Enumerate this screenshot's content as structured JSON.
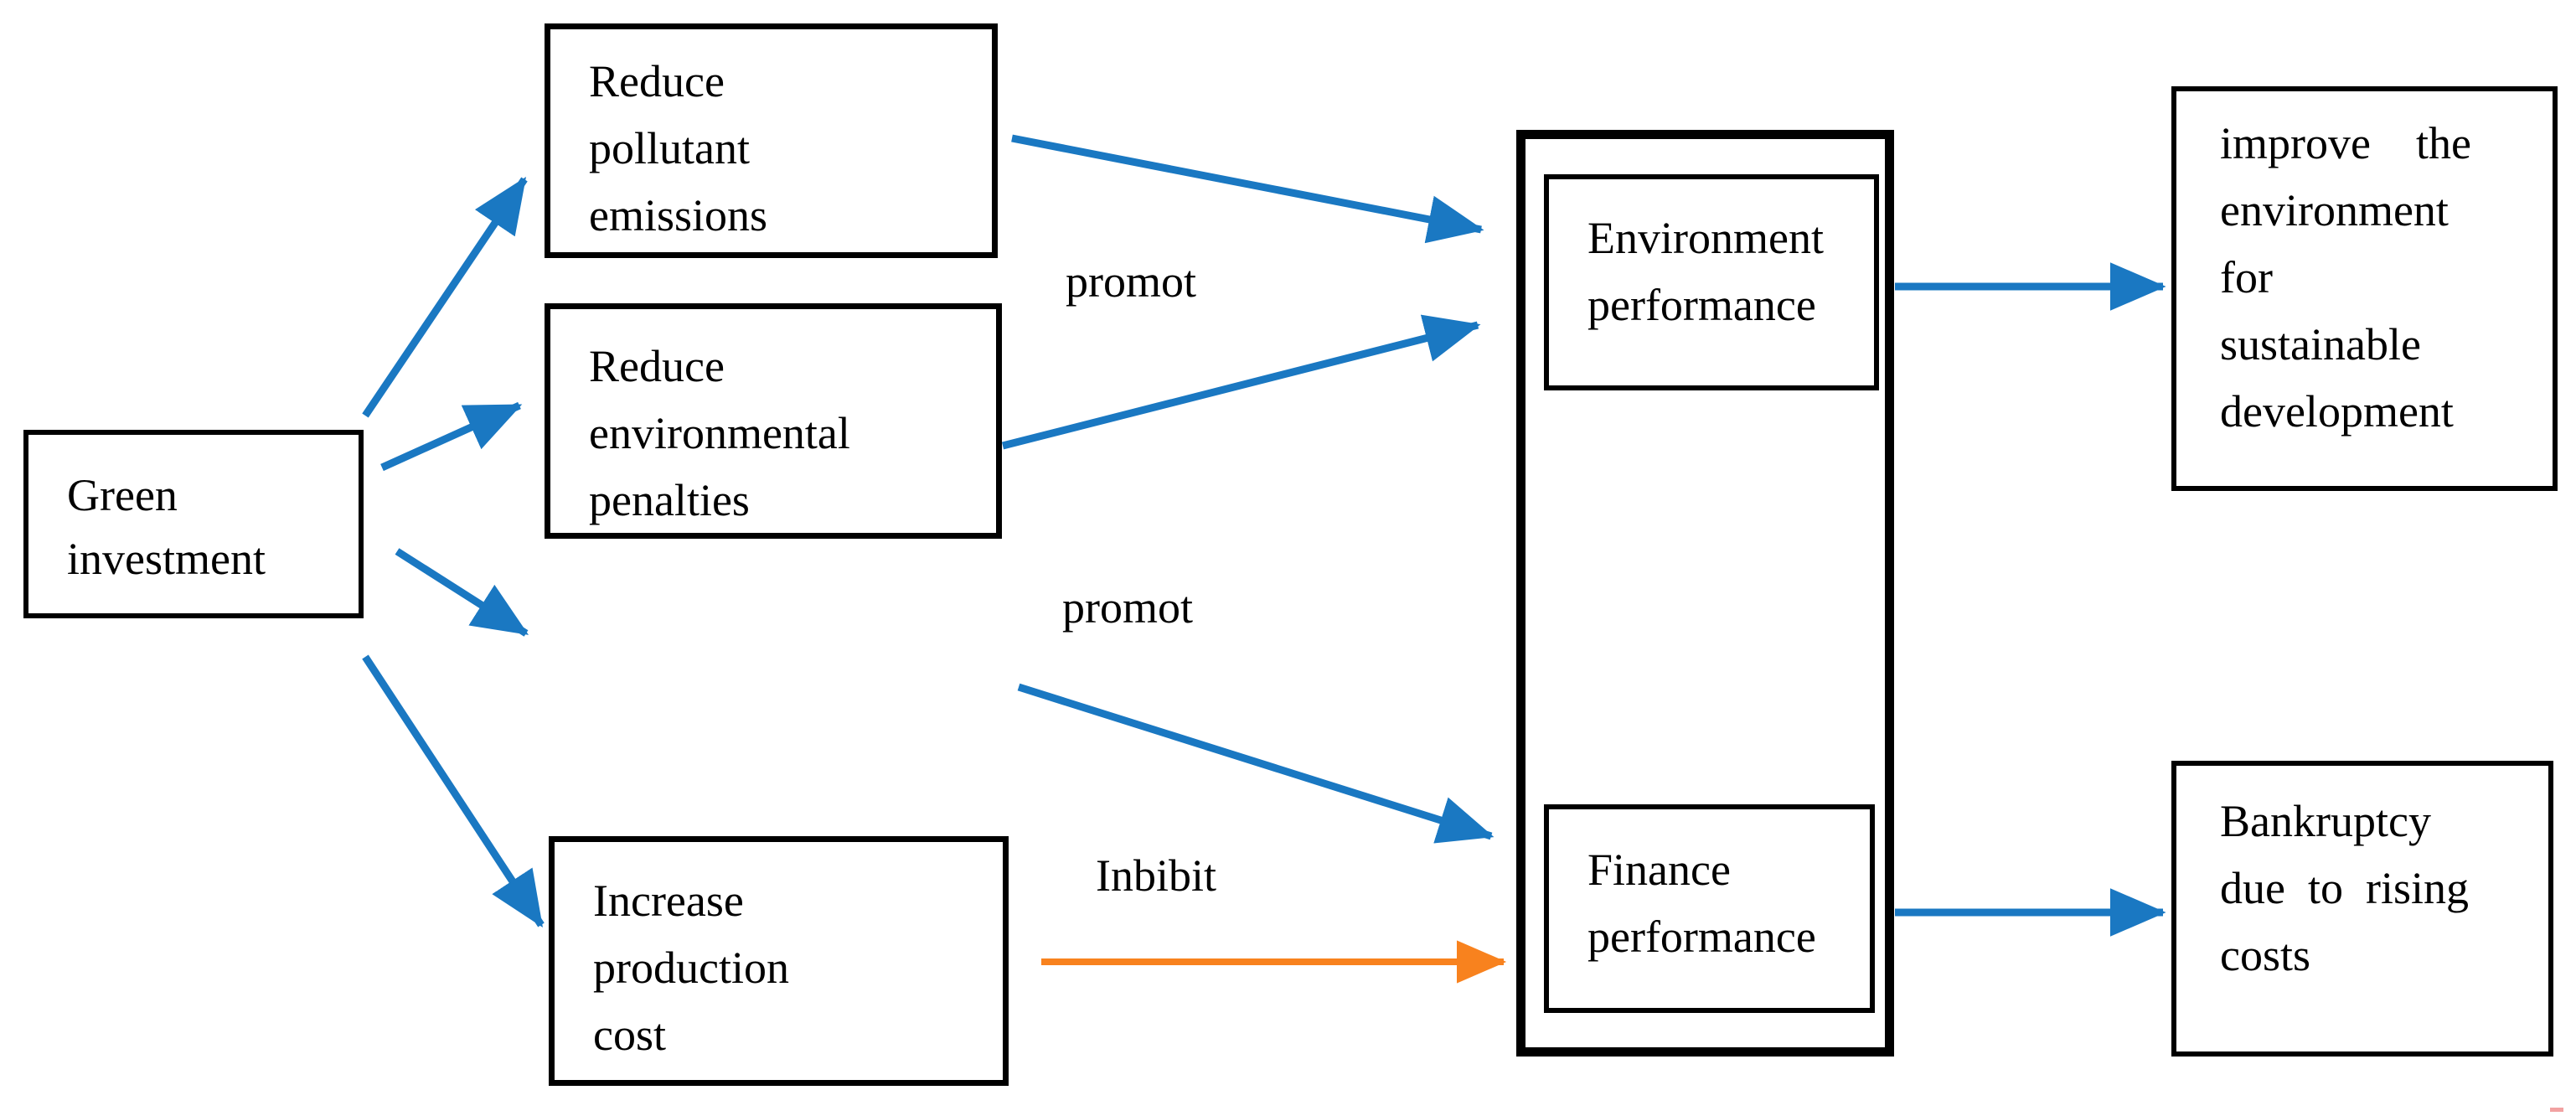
{
  "title": "Green investment mechanism diagram",
  "colors": {
    "arrow_blue": "#1a78c2",
    "arrow_orange": "#f8821e",
    "box_border": "#000000",
    "text": "#000000",
    "background": "#ffffff"
  },
  "nodes": {
    "green_investment": {
      "lines": [
        "Green",
        "investment"
      ]
    },
    "reduce_pollutant": {
      "lines": [
        "Reduce",
        "pollutant",
        "emissions"
      ]
    },
    "reduce_penalties": {
      "lines": [
        "Reduce",
        "environmental",
        "penalties"
      ]
    },
    "increase_cost": {
      "lines": [
        "Increase",
        "production",
        "cost"
      ]
    },
    "environment_performance": {
      "lines": [
        "Environment",
        "performance"
      ]
    },
    "finance_performance": {
      "lines": [
        "Finance",
        "performance"
      ]
    },
    "improve_environment": {
      "lines": [
        "improve the",
        "environment",
        "for",
        "sustainable",
        "development"
      ]
    },
    "bankruptcy": {
      "lines": [
        "Bankruptcy",
        "due to rising",
        "costs"
      ]
    }
  },
  "edge_labels": {
    "promot_top": "promot",
    "promot_middle": "promot",
    "inhibit": "Inbibit"
  }
}
